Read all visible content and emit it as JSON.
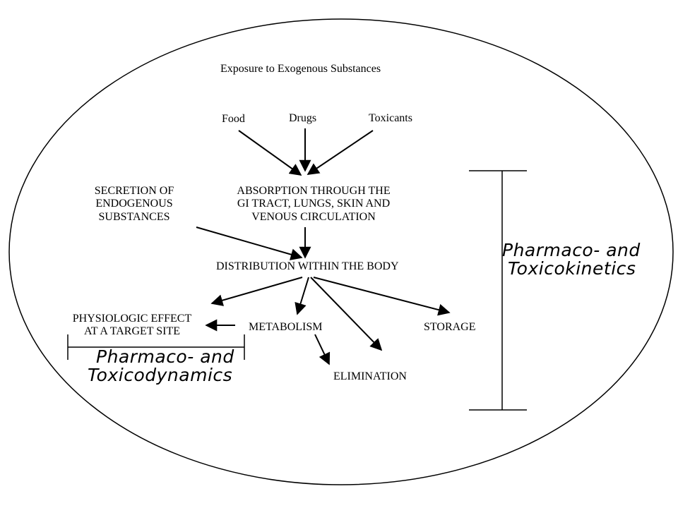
{
  "title": "Exposure to Exogenous Substances",
  "sources": {
    "food": "Food",
    "drugs": "Drugs",
    "toxicants": "Toxicants"
  },
  "secretion": [
    "SECRETION OF",
    "ENDOGENOUS",
    "SUBSTANCES"
  ],
  "absorption": [
    "ABSORPTION THROUGH THE",
    "GI TRACT, LUNGS, SKIN AND",
    "VENOUS CIRCULATION"
  ],
  "distribution": "DISTRIBUTION WITHIN THE BODY",
  "effect": [
    "PHYSIOLOGIC EFFECT",
    "AT A TARGET SITE"
  ],
  "metabolism": "METABOLISM",
  "storage": "STORAGE",
  "elimination": "ELIMINATION",
  "dynamics_label": [
    "Pharmaco- and",
    "Toxicodynamics"
  ],
  "kinetics_label": [
    "Pharmaco- and",
    "Toxicokinetics"
  ]
}
